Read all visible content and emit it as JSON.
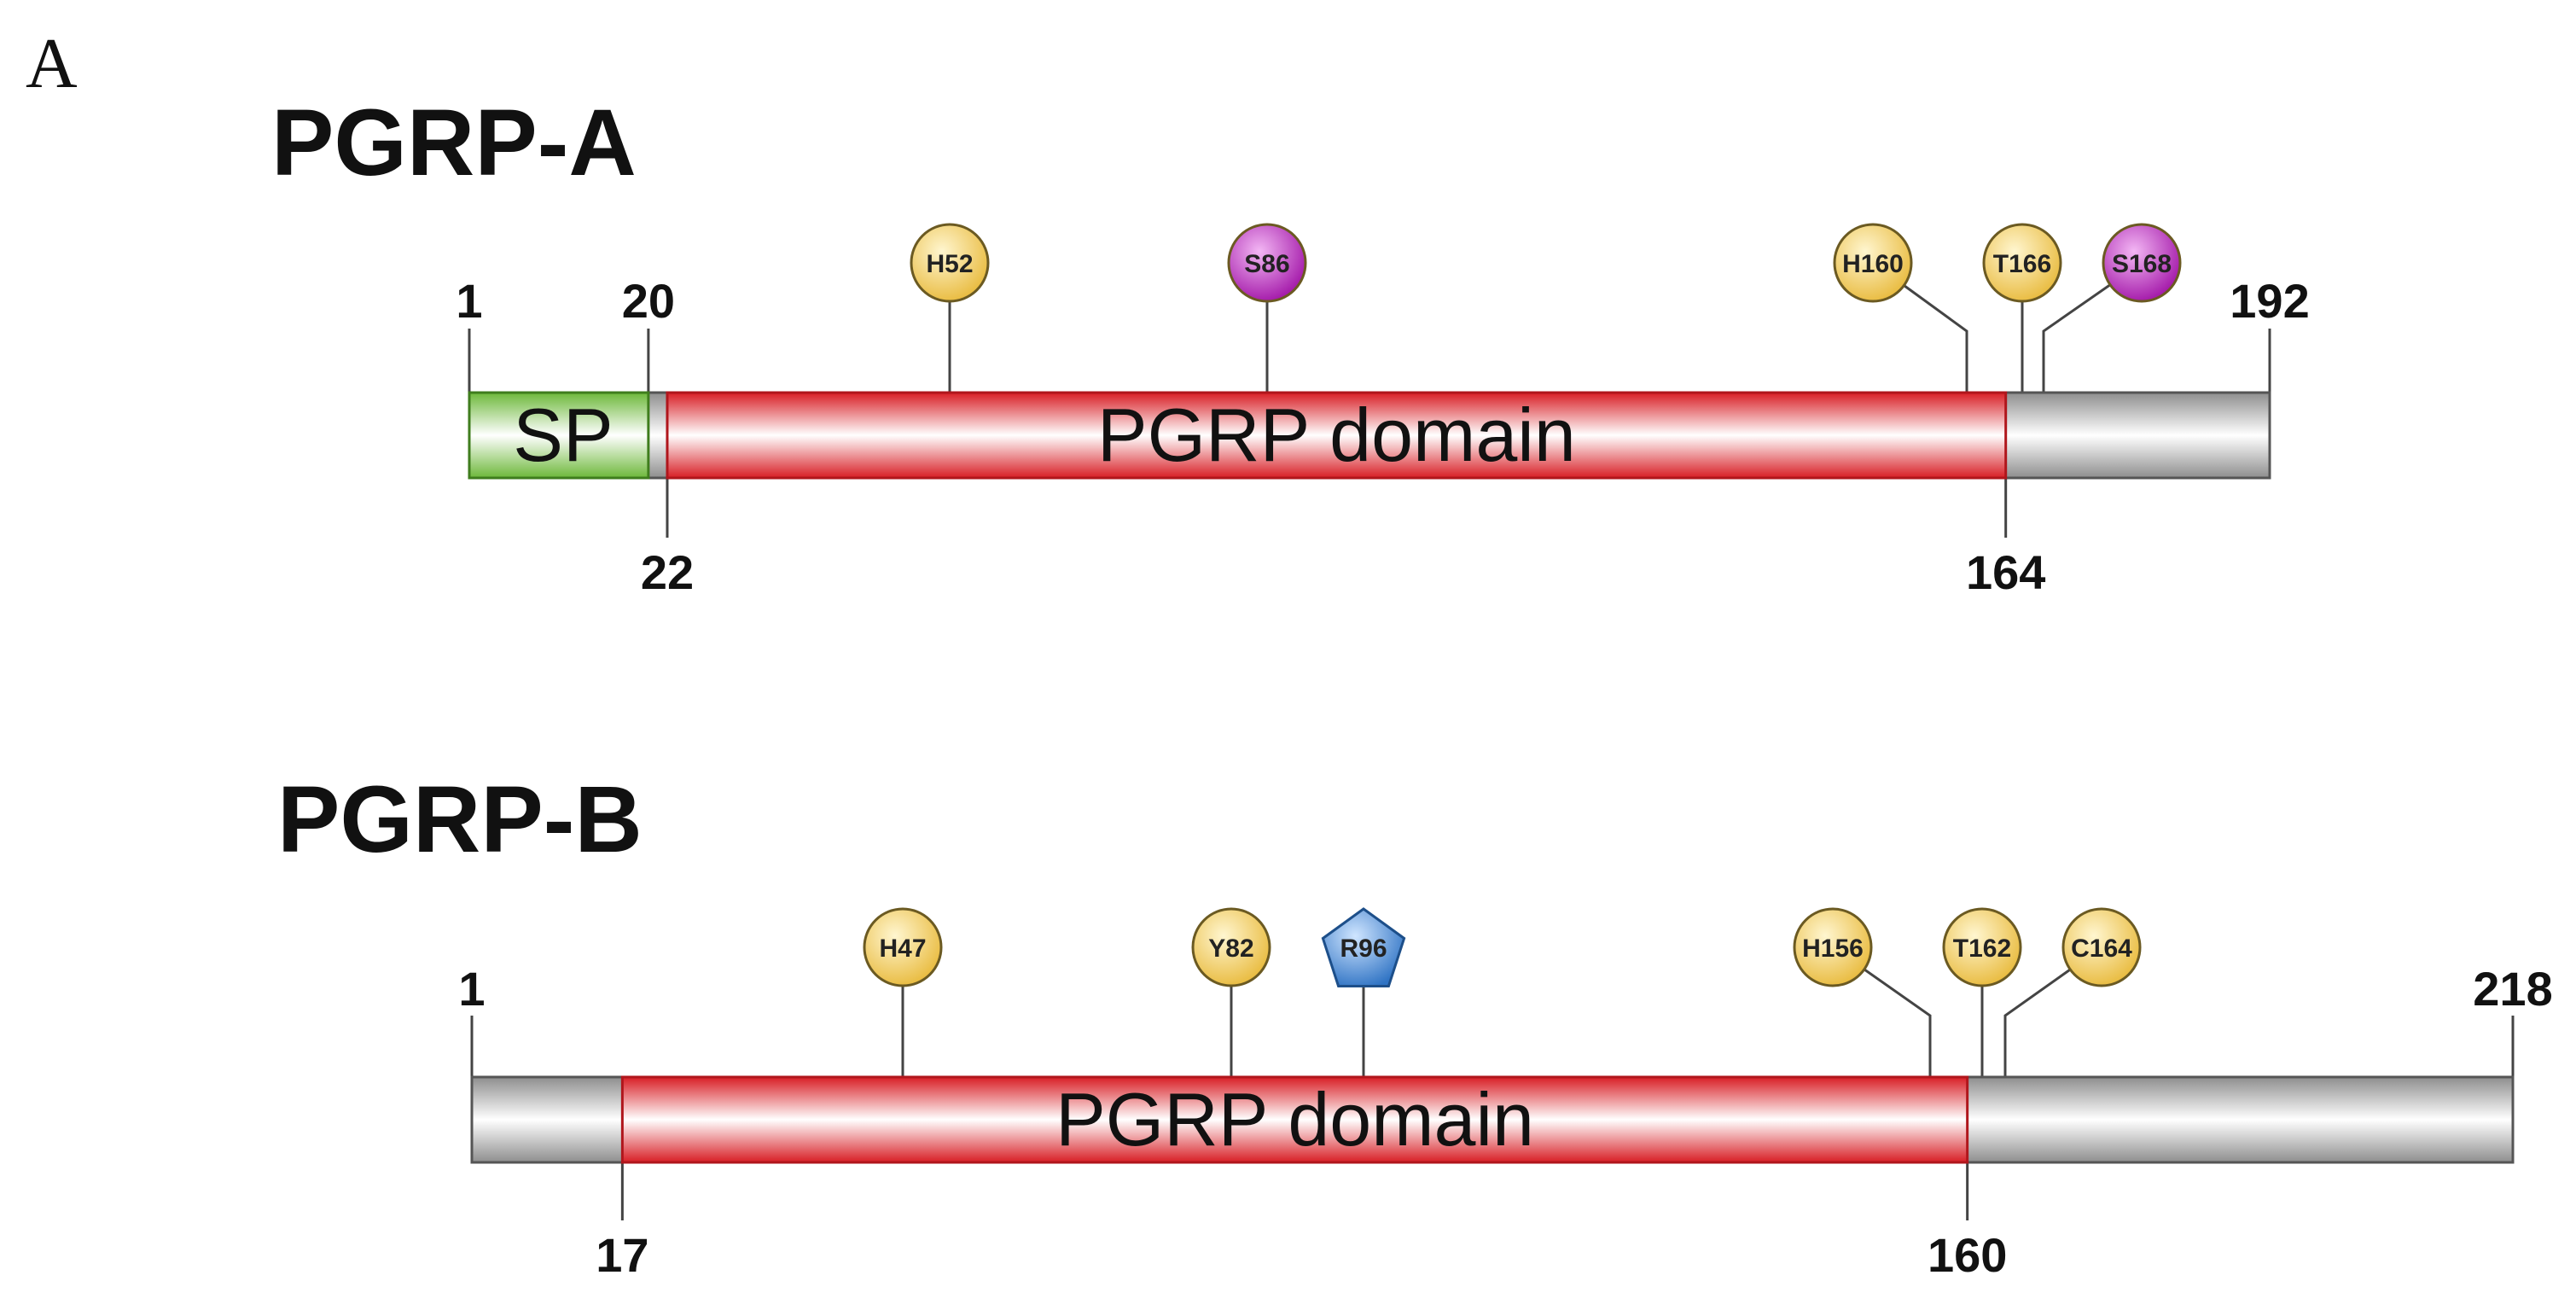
{
  "panel_label": "A",
  "colors": {
    "sp": "#7cc34a",
    "pgrp_domain": "#e8232a",
    "backbone": "#a9a9a9",
    "site_yellow": "#f2c94c",
    "site_magenta": "#b21ab5",
    "site_blue": "#3d86d8",
    "outline": "#4a4a4a"
  },
  "proteins": [
    {
      "name": "PGRP-A",
      "length": 192,
      "start": 1,
      "domains": [
        {
          "label": "SP",
          "start": 1,
          "end": 20,
          "color": "#7cc34a"
        },
        {
          "label": "PGRP domain",
          "start": 22,
          "end": 164,
          "color": "#e8232a"
        }
      ],
      "top_ticks": [
        "1",
        "20",
        "192"
      ],
      "bottom_ticks": [
        "22",
        "164"
      ],
      "sites": [
        {
          "label": "H52",
          "position": 52,
          "shape": "circle",
          "color": "#f2c94c"
        },
        {
          "label": "S86",
          "position": 86,
          "shape": "circle",
          "color": "#b21ab5"
        },
        {
          "label": "H160",
          "position": 160,
          "shape": "circle",
          "color": "#f2c94c"
        },
        {
          "label": "T166",
          "position": 166,
          "shape": "circle",
          "color": "#f2c94c"
        },
        {
          "label": "S168",
          "position": 168,
          "shape": "circle",
          "color": "#b21ab5"
        }
      ]
    },
    {
      "name": "PGRP-B",
      "length": 218,
      "start": 1,
      "domains": [
        {
          "label": "PGRP domain",
          "start": 17,
          "end": 160,
          "color": "#e8232a"
        }
      ],
      "top_ticks": [
        "1",
        "218"
      ],
      "bottom_ticks": [
        "17",
        "160"
      ],
      "sites": [
        {
          "label": "H47",
          "position": 47,
          "shape": "circle",
          "color": "#f2c94c"
        },
        {
          "label": "Y82",
          "position": 82,
          "shape": "circle",
          "color": "#f2c94c"
        },
        {
          "label": "R96",
          "position": 96,
          "shape": "pentagon",
          "color": "#3d86d8"
        },
        {
          "label": "H156",
          "position": 156,
          "shape": "circle",
          "color": "#f2c94c"
        },
        {
          "label": "T162",
          "position": 162,
          "shape": "circle",
          "color": "#f2c94c"
        },
        {
          "label": "C164",
          "position": 164,
          "shape": "circle",
          "color": "#f2c94c"
        }
      ]
    }
  ]
}
